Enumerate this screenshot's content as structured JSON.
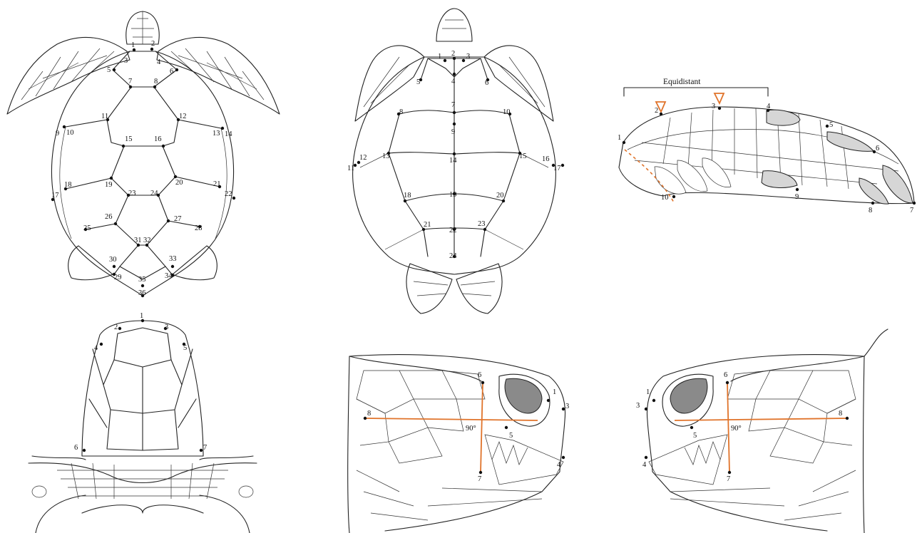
{
  "labels": {
    "equidistant": "Equidistant",
    "angle_mid": "90°",
    "angle_right": "90°"
  },
  "panels": [
    {
      "name": "dorsal-carapace",
      "points": [
        "1",
        "2",
        "3",
        "4",
        "5",
        "6",
        "7",
        "8",
        "9",
        "10",
        "11",
        "12",
        "13",
        "14",
        "15",
        "16",
        "17",
        "18",
        "19",
        "20",
        "21",
        "22",
        "23",
        "24",
        "25",
        "26",
        "27",
        "28",
        "29",
        "30",
        "31",
        "32",
        "33",
        "34",
        "35",
        "36"
      ]
    },
    {
      "name": "ventral-plastron",
      "points": [
        "1",
        "2",
        "3",
        "4",
        "5",
        "6",
        "7",
        "8",
        "9",
        "10",
        "11",
        "12",
        "13",
        "14",
        "15",
        "16",
        "17",
        "18",
        "19",
        "20",
        "21",
        "22",
        "23",
        "24"
      ]
    },
    {
      "name": "lateral-carapace",
      "points": [
        "1",
        "2",
        "3",
        "4",
        "5",
        "6",
        "7",
        "8",
        "9",
        "10"
      ]
    },
    {
      "name": "dorsal-head",
      "points": [
        "1",
        "2",
        "3",
        "4",
        "5",
        "6",
        "7"
      ]
    },
    {
      "name": "left-head-lateral",
      "points": [
        "1",
        "3",
        "4",
        "5",
        "6",
        "7",
        "8"
      ]
    },
    {
      "name": "right-head-lateral",
      "points": [
        "1",
        "3",
        "4",
        "5",
        "6",
        "7",
        "8"
      ]
    }
  ],
  "colors": {
    "accent": "#e0732a",
    "shaded": "#d6d6d6",
    "eye": "#8a8a8a"
  }
}
